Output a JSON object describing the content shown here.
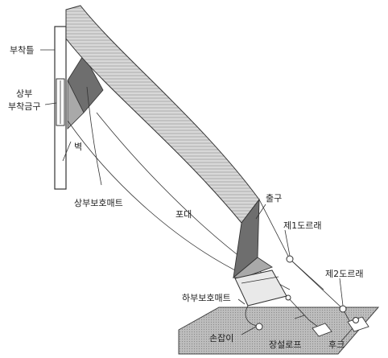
{
  "labels": {
    "attach_frame": "부착틀",
    "upper_fitting_line1": "상부",
    "upper_fitting_line2": "부착금구",
    "wall": "벽",
    "upper_mat": "상부보호매트",
    "chute": "포대",
    "exit": "출구",
    "pulley1": "제1도르래",
    "pulley2": "제2도르래",
    "lower_mat": "하부보호매트",
    "handle": "손잡이",
    "rope": "장설로프",
    "hook": "후크"
  },
  "colors": {
    "line": "#333333",
    "mat_dark": "#6e6e6e",
    "mat_mid": "#a9a9a9",
    "chute_fill": "#d2d2d2",
    "ground": "#bdbdbd"
  }
}
